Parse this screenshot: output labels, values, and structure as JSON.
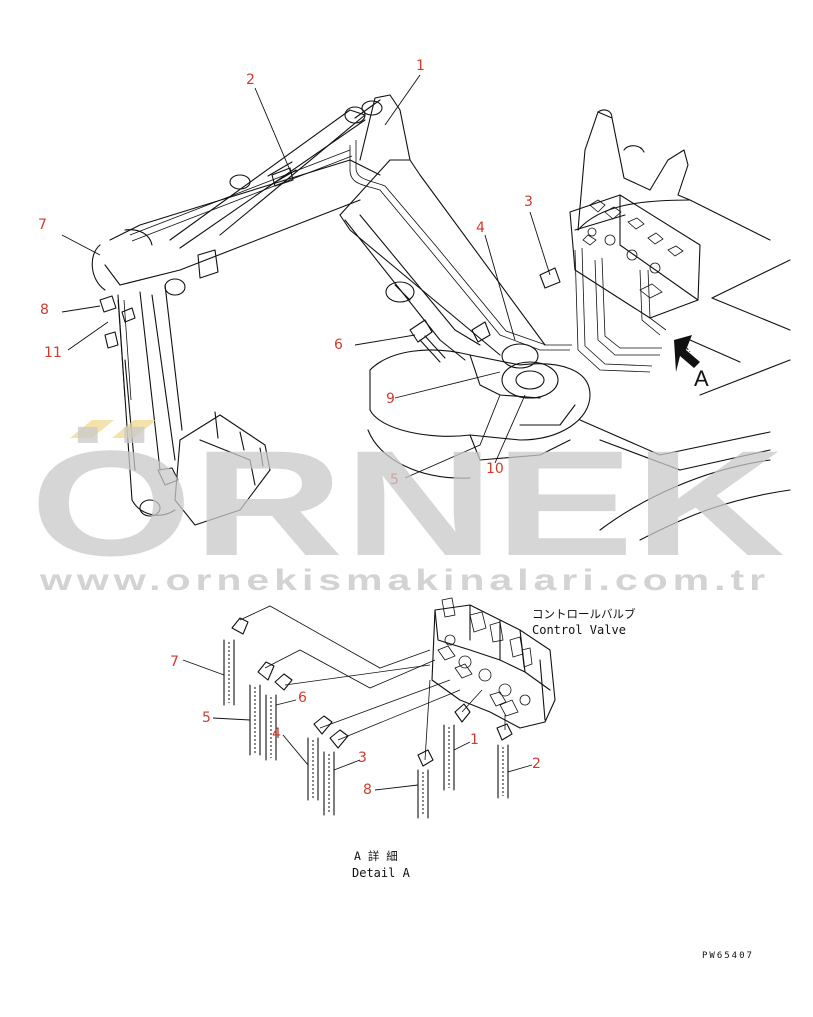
{
  "watermark": {
    "brand": "ÖRNEK",
    "url": "www.ornekismakinalari.com.tr"
  },
  "main_view": {
    "callouts": [
      "1",
      "2",
      "3",
      "4",
      "5",
      "6",
      "7",
      "8",
      "9",
      "10",
      "11"
    ],
    "arrow_label": "A"
  },
  "detail_view": {
    "control_valve_label_jp": "コントロールバルブ",
    "control_valve_label_en": "Control Valve",
    "callouts": [
      "1",
      "2",
      "3",
      "4",
      "5",
      "6",
      "7",
      "8"
    ],
    "caption_jp": "A 詳 細",
    "caption_en": "Detail A"
  },
  "drawing_code": "PW65407"
}
